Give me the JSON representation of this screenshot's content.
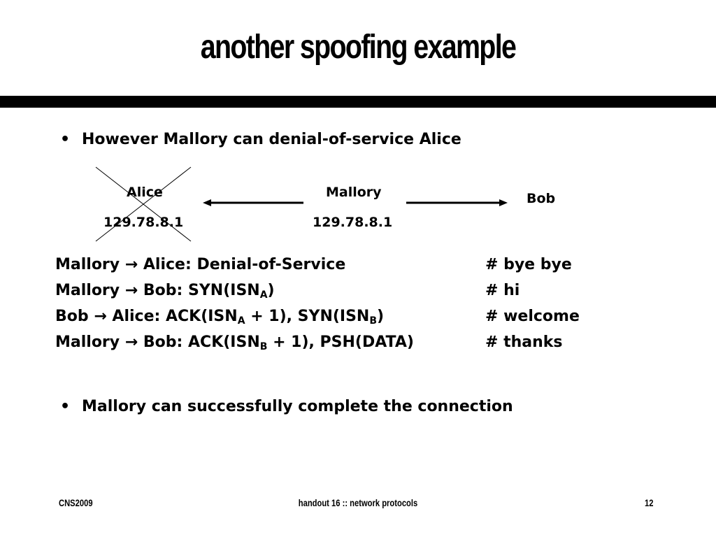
{
  "title": "another spoofing example",
  "bullets": [
    "However Mallory can denial-of-service Alice",
    "Mallory can successfully complete the connection"
  ],
  "bullet_char": "•",
  "diagram": {
    "alice": {
      "name": "Alice",
      "ip": "129.78.8.1"
    },
    "mallory": {
      "name": "Mallory",
      "ip": "129.78.8.1"
    },
    "bob": {
      "name": "Bob"
    }
  },
  "messages": [
    {
      "from": "Mallory",
      "to": "Alice",
      "text": "Denial-of-Service",
      "comment": "# bye bye"
    },
    {
      "from": "Mallory",
      "to": "Bob",
      "text_pre": "SYN(ISN",
      "sub1": "A",
      "text_post": ")",
      "comment": "# hi"
    },
    {
      "from": "Bob",
      "to": "Alice",
      "text_pre": "ACK(ISN",
      "sub1": "A",
      "text_mid": " + 1), SYN(ISN",
      "sub2": "B",
      "text_post": ")",
      "comment": "# welcome"
    },
    {
      "from": "Mallory",
      "to": "Bob",
      "text_pre": "ACK(ISN",
      "sub1": "B",
      "text_post": " + 1), PSH(DATA)",
      "comment": "# thanks"
    }
  ],
  "arrow_char": "→",
  "footer": {
    "left": "CNS2009",
    "center": "handout 16 :: network protocols",
    "right": "12"
  }
}
